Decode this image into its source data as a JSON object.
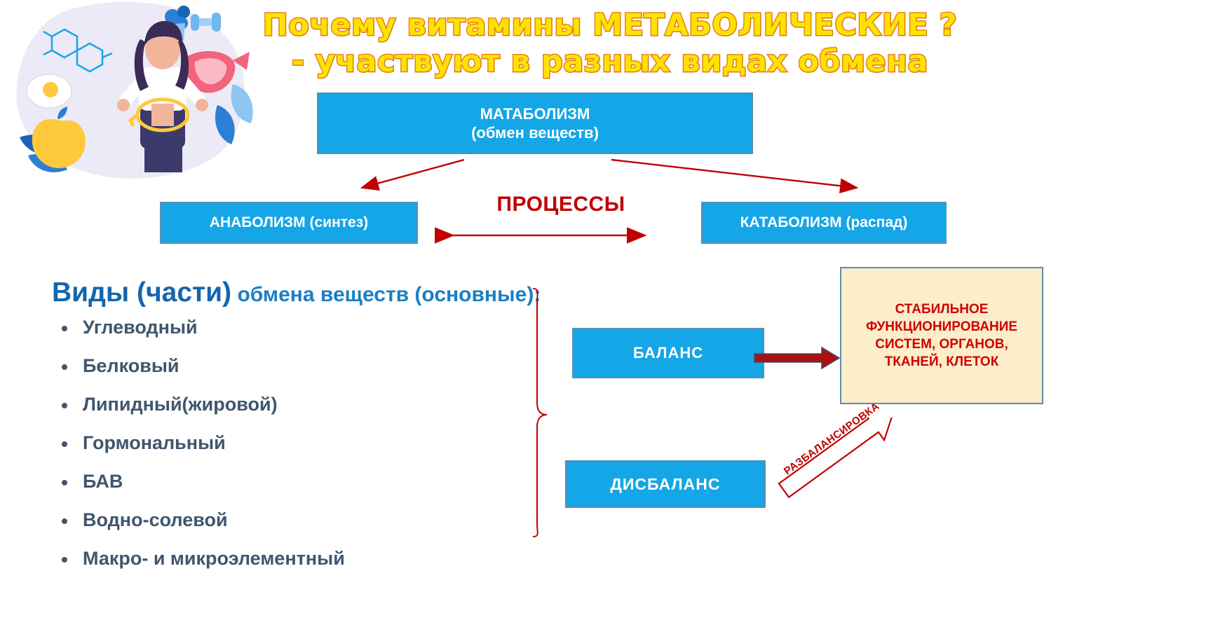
{
  "title": {
    "line1": "Почему витамины МЕТАБОЛИЧЕСКИЕ ?",
    "line2": "- участвуют в разных видах обмена",
    "text_color": "#FFE200",
    "outline_color": "#E8821E"
  },
  "diagram": {
    "metabolism": {
      "line1": "МАТАБОЛИЗМ",
      "line2": "(обмен веществ)"
    },
    "anabolism": "АНАБОЛИЗМ (синтез)",
    "catabolism": "КАТАБОЛИЗМ (распад)",
    "processes_label": "ПРОЦЕССЫ",
    "balance": "БАЛАНС",
    "disbalance": "ДИСБАЛАНС",
    "stable_box": {
      "line1": "СТАБИЛЬНОЕ",
      "line2": "ФУНКЦИОНИРОВАНИЕ",
      "line3": "СИСТЕМ, ОРГАНОВ,",
      "line4": "ТКАНЕЙ, КЛЕТОК",
      "bg_color": "#FCEDCB",
      "text_color": "#D00000"
    },
    "imbalance_arrow_label": "РАЗБАЛАНСИРОВКА",
    "box_color": "#14A6E6",
    "box_border_color": "#5A8FB0",
    "arrow_color": "#C00000"
  },
  "types": {
    "heading_bold": "Виды (части)",
    "heading_rest": " обмена веществ (основные):",
    "heading_color_bold": "#1565AE",
    "heading_color_rest": "#1B7FC4",
    "items": [
      "Углеводный",
      "Белковый",
      "Липидный(жировой)",
      "Гормональный",
      "БАВ",
      "Водно-солевой",
      "Макро- и микроэлементный"
    ]
  },
  "illustration": {
    "description": "woman-measuring-waist-with-tape-illustration",
    "items": [
      "egg-icon",
      "apple-icon",
      "broccoli-icon",
      "salmon-icon",
      "leaf-icon",
      "molecule-icon",
      "dumbbell-icon"
    ]
  }
}
